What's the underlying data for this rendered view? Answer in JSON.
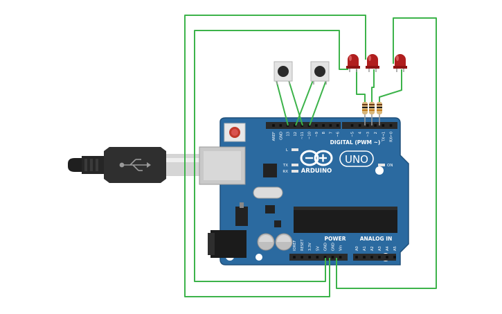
{
  "board": {
    "brand": "ARDUINO",
    "model": "UNO",
    "on_label": "ON",
    "l_label": "L",
    "tx_label": "TX",
    "rx_label": "RX",
    "digital_header": "DIGITAL (PWM ~)",
    "power_header": "POWER",
    "analog_header": "ANALOG IN",
    "digital_pins": [
      "AREF",
      "GND",
      "13",
      "12",
      "~11",
      "~10",
      "~9",
      "8",
      "7",
      "~6",
      "~5",
      "4",
      "~3",
      "2",
      "TX→1",
      "RX←0"
    ],
    "power_pins": [
      "IOREF",
      "RESET",
      "3.3V",
      "5V",
      "GND",
      "GND",
      "Vin"
    ],
    "analog_pins": [
      "A0",
      "A1",
      "A2",
      "A3",
      "A4",
      "A5"
    ]
  },
  "colors": {
    "board": "#2b6aa0",
    "board_dark": "#1e4f7a",
    "wire": "#3cb34a",
    "led": "#b01e1e",
    "header": "#2a2a2a"
  }
}
